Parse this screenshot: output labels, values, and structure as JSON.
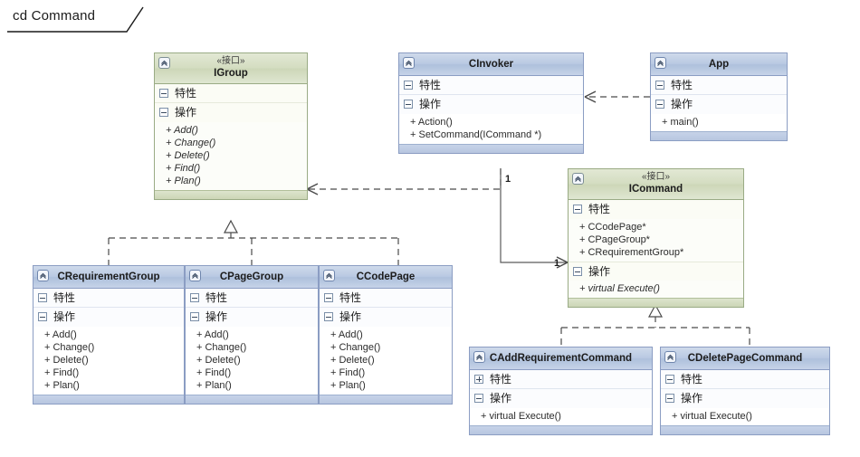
{
  "frame": {
    "label": "cd Command"
  },
  "labels": {
    "stereotype_interface": "«接口»",
    "section_attributes": "特性",
    "section_operations": "操作",
    "collapse_icon": "chevron-up-icon",
    "toggle_minus": "minus-toggle",
    "toggle_plus": "plus-toggle"
  },
  "colors": {
    "interface_header": "#d4ddc1",
    "class_header": "#b9c9e2",
    "interface_border": "#9aab85",
    "class_border": "#8b9dc3",
    "connector": "#5a5a5a",
    "canvas": "#ffffff"
  },
  "classes": {
    "igroup": {
      "stereotype": "«接口»",
      "name": "IGroup",
      "attributes_label": "特性",
      "attributes_state": "expanded",
      "attributes": [],
      "operations_label": "操作",
      "operations_state": "expanded",
      "operations": [
        "+ Add()",
        "+ Change()",
        "+ Delete()",
        "+ Find()",
        "+ Plan()"
      ],
      "italic_operations": true
    },
    "cinvoker": {
      "stereotype": "",
      "name": "CInvoker",
      "attributes_label": "特性",
      "attributes_state": "expanded",
      "attributes": [],
      "operations_label": "操作",
      "operations_state": "expanded",
      "operations": [
        "+ Action()",
        "+ SetCommand(ICommand *)"
      ],
      "italic_operations": false
    },
    "app": {
      "stereotype": "",
      "name": "App",
      "attributes_label": "特性",
      "attributes_state": "expanded",
      "attributes": [],
      "operations_label": "操作",
      "operations_state": "expanded",
      "operations": [
        "+ main()"
      ],
      "italic_operations": false
    },
    "icommand": {
      "stereotype": "«接口»",
      "name": "ICommand",
      "attributes_label": "特性",
      "attributes_state": "expanded",
      "attributes": [
        "+ CCodePage*",
        "+ CPageGroup*",
        "+ CRequirementGroup*"
      ],
      "operations_label": "操作",
      "operations_state": "expanded",
      "operations": [
        "+ virtual Execute()"
      ],
      "italic_operations": true
    },
    "crequirementgroup": {
      "stereotype": "",
      "name": "CRequirementGroup",
      "attributes_label": "特性",
      "attributes_state": "expanded",
      "attributes": [],
      "operations_label": "操作",
      "operations_state": "expanded",
      "operations": [
        "+ Add()",
        "+ Change()",
        "+ Delete()",
        "+ Find()",
        "+ Plan()"
      ],
      "italic_operations": false
    },
    "cpagegroup": {
      "stereotype": "",
      "name": "CPageGroup",
      "attributes_label": "特性",
      "attributes_state": "expanded",
      "attributes": [],
      "operations_label": "操作",
      "operations_state": "expanded",
      "operations": [
        "+ Add()",
        "+ Change()",
        "+ Delete()",
        "+ Find()",
        "+ Plan()"
      ],
      "italic_operations": false
    },
    "ccodepage": {
      "stereotype": "",
      "name": "CCodePage",
      "attributes_label": "特性",
      "attributes_state": "expanded",
      "attributes": [],
      "operations_label": "操作",
      "operations_state": "expanded",
      "operations": [
        "+ Add()",
        "+ Change()",
        "+ Delete()",
        "+ Find()",
        "+ Plan()"
      ],
      "italic_operations": false
    },
    "caddrequirementcommand": {
      "stereotype": "",
      "name": "CAddRequirementCommand",
      "attributes_label": "特性",
      "attributes_state": "collapsed",
      "attributes": [],
      "operations_label": "操作",
      "operations_state": "expanded",
      "operations": [
        "+ virtual Execute()"
      ],
      "italic_operations": false
    },
    "cdeletepagecommand": {
      "stereotype": "",
      "name": "CDeletePageCommand",
      "attributes_label": "特性",
      "attributes_state": "expanded",
      "attributes": [],
      "operations_label": "操作",
      "operations_state": "expanded",
      "operations": [
        "+ virtual Execute()"
      ],
      "italic_operations": false
    }
  },
  "connectors": {
    "app_to_cinvoker": {
      "type": "dependency",
      "style": "dashed-open-arrow"
    },
    "cinvoker_to_igroup": {
      "type": "dependency",
      "style": "dashed-open-arrow"
    },
    "cinvoker_to_icommand": {
      "type": "association",
      "style": "solid-open-arrow",
      "source_multiplicity": "1",
      "target_multiplicity": "1"
    },
    "groups_realize_igroup": {
      "type": "realization",
      "style": "dashed-hollow-triangle"
    },
    "commands_realize_icommand": {
      "type": "realization",
      "style": "dashed-hollow-triangle"
    }
  }
}
